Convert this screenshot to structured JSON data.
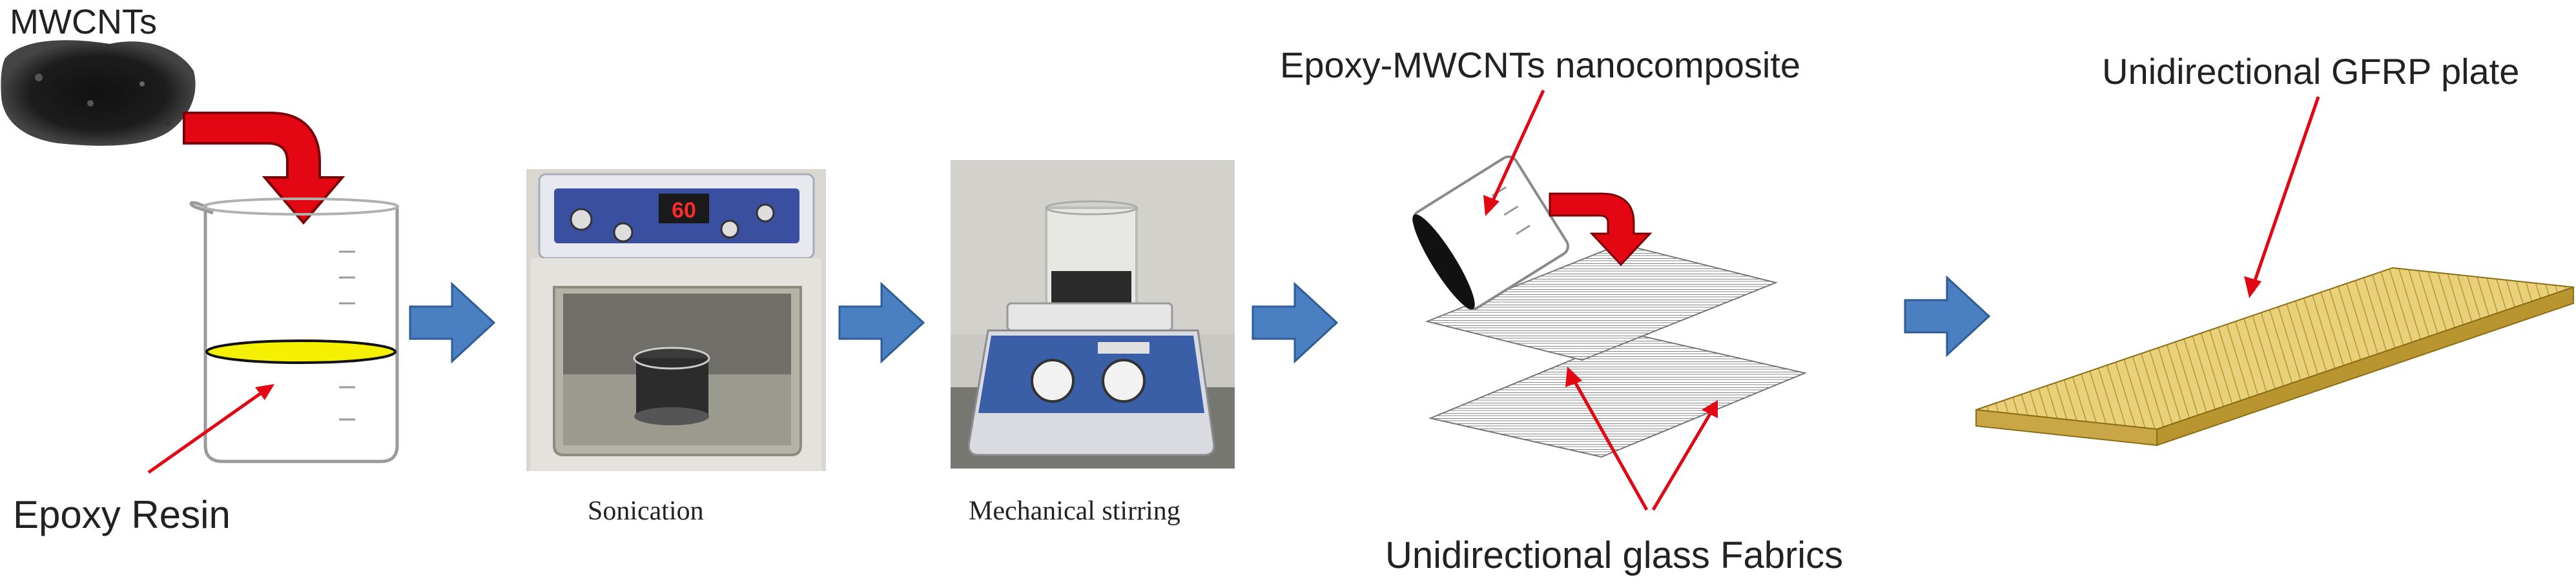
{
  "labels": {
    "mwcnts": "MWCNTs",
    "epoxy_resin": "Epoxy Resin",
    "sonication": "Sonication",
    "mechanical_stirring": "Mechanical stirring",
    "nanocomposite": "Epoxy-MWCNTs nanocomposite",
    "glass_fabrics": "Unidirectional glass Fabrics",
    "gfrp_plate": "Unidirectional GFRP plate"
  },
  "device": {
    "sonicator_display": "60"
  },
  "colors": {
    "pour_arrow": "#e30613",
    "process_arrow": "#4a7fc1",
    "resin": "#f5f000",
    "annotation": "#e30613",
    "gfrp": "#e7cc72"
  },
  "icons": {
    "step_arrow": "arrow-right-icon",
    "pour_arrow": "curved-arrow-icon"
  }
}
